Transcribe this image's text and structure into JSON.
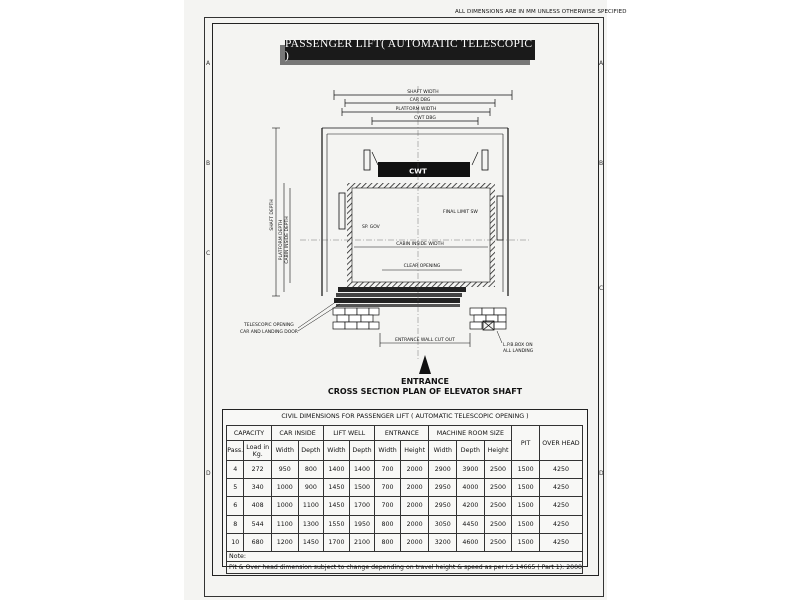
{
  "header": {
    "dims_note": "ALL DIMENSIONS ARE IN MM UNLESS OTHERWISE SPECIFIED",
    "title": "PASSENGER LIFT( AUTOMATIC TELESCOPIC )"
  },
  "grid_letters": [
    "A",
    "B",
    "C",
    "D"
  ],
  "drawing": {
    "labels": {
      "shaft_width": "SHAFT WIDTH",
      "car_dbg": "CAR DBG",
      "platform_width": "PLATFORM WIDTH",
      "cwt_dbg": "CWT DBG",
      "cwt": "CWT",
      "shaft_depth": "SHAFT DEPTH",
      "platform_depth": "PLATFORM DEPTH",
      "cabin_inside_depth": "CABIN INSIDE DEPTH",
      "sp_gov": "SP. GOV",
      "final_limit_sw": "FINAL LIMIT SW",
      "cabin_inside_width": "CABIN INSIDE WIDTH",
      "clear_opening": "CLEAR OPENING",
      "telescopic_opening": "TELESCOPIC OPENING",
      "car_landing_door": "CAR AND LANDING DOOR",
      "entrance_wall_cut_out": "ENTRANCE WALL CUT OUT",
      "lpb_box": "L.P.B.BOX ON",
      "all_landing": "ALL LANDING"
    },
    "entrance": "ENTRANCE",
    "plan_title": "CROSS SECTION PLAN OF ELEVATOR SHAFT"
  },
  "table": {
    "caption": "CIVIL DIMENSIONS FOR  PASSENGER LIFT ( AUTOMATIC TELESCOPIC OPENING )",
    "groups": {
      "capacity": "CAPACITY",
      "car_inside": "CAR INSIDE",
      "lift_well": "LIFT WELL",
      "entrance": "ENTRANCE",
      "machine_room": "MACHINE ROOM SIZE",
      "pit": "PIT",
      "over_head": "OVER HEAD"
    },
    "sub": {
      "pass": "Pass.",
      "load": "Load in Kg.",
      "width": "Width",
      "depth": "Depth",
      "height": "Height"
    },
    "rows": [
      [
        "4",
        "272",
        "950",
        "800",
        "1400",
        "1400",
        "700",
        "2000",
        "2900",
        "3900",
        "2500",
        "1500",
        "4250"
      ],
      [
        "5",
        "340",
        "1000",
        "900",
        "1450",
        "1500",
        "700",
        "2000",
        "2950",
        "4000",
        "2500",
        "1500",
        "4250"
      ],
      [
        "6",
        "408",
        "1000",
        "1100",
        "1450",
        "1700",
        "700",
        "2000",
        "2950",
        "4200",
        "2500",
        "1500",
        "4250"
      ],
      [
        "8",
        "544",
        "1100",
        "1300",
        "1550",
        "1950",
        "800",
        "2000",
        "3050",
        "4450",
        "2500",
        "1500",
        "4250"
      ],
      [
        "10",
        "680",
        "1200",
        "1450",
        "1700",
        "2100",
        "800",
        "2000",
        "3200",
        "4600",
        "2500",
        "1500",
        "4250"
      ]
    ],
    "note_label": "Note:",
    "remark": "Pit & Over head dimension subject to change depending on travel height & speed as per I.S 14665 ( Part 1): 2000"
  }
}
